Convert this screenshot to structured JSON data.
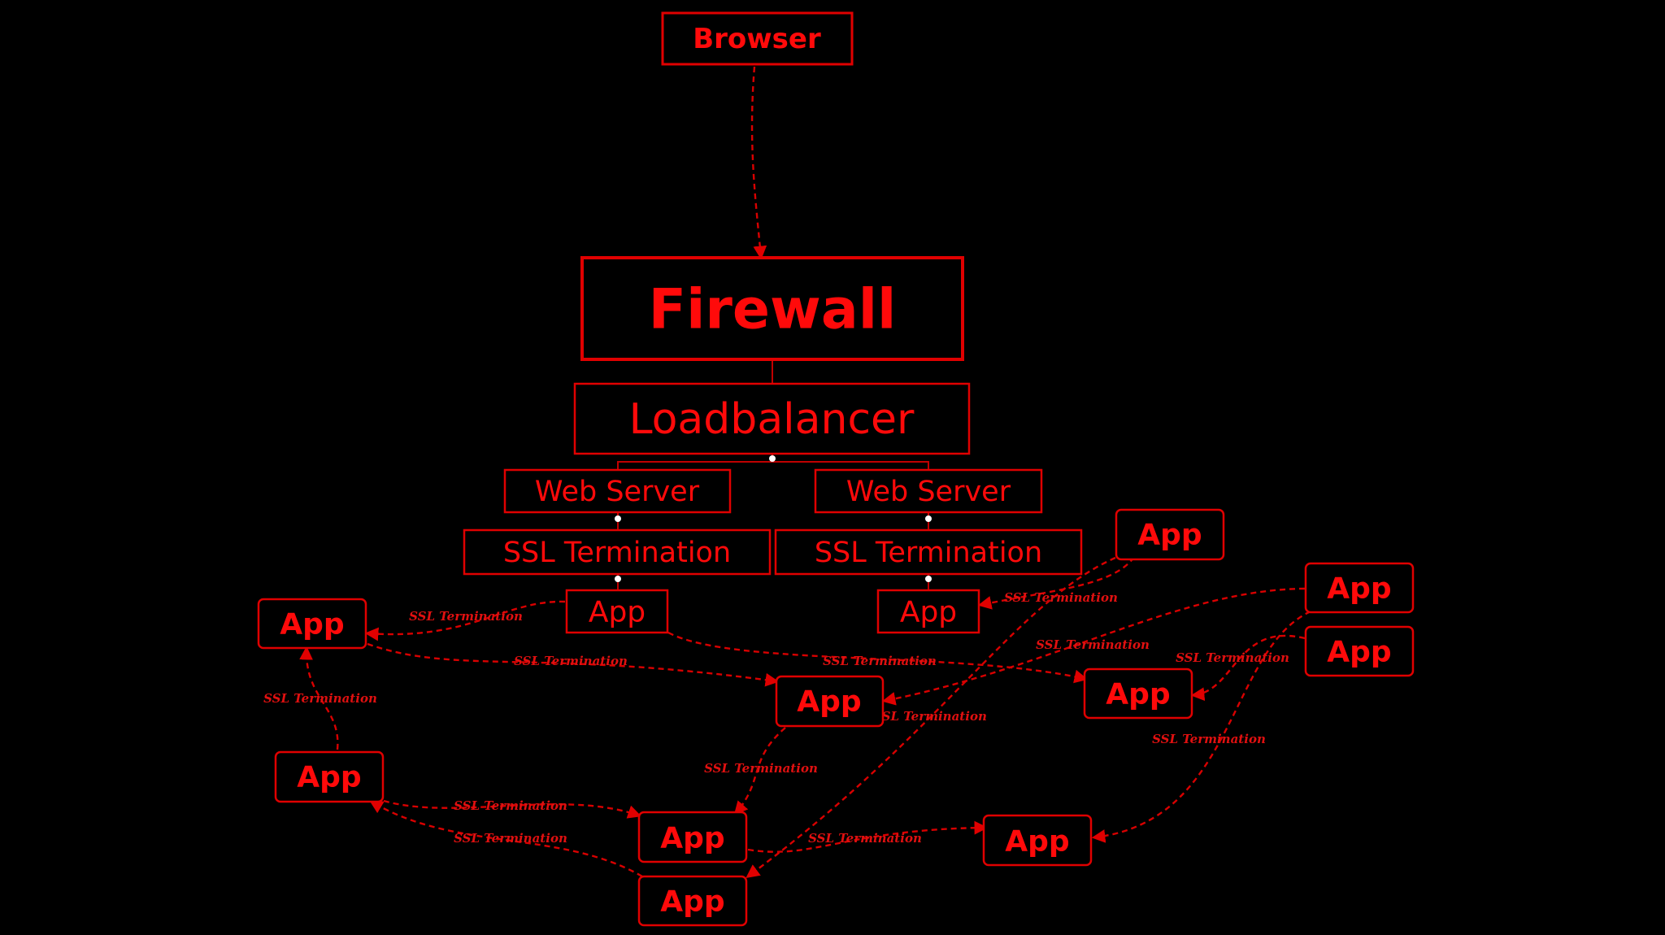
{
  "diagram": {
    "nodes": {
      "browser": "Browser",
      "firewall": "Firewall",
      "loadbalancer": "Loadbalancer",
      "web_server_left": "Web Server",
      "web_server_right": "Web Server",
      "ssl_left": "SSL Termination",
      "ssl_right": "SSL Termination",
      "app_center_left": "App",
      "app_center_right": "App",
      "app_left_upper": "App",
      "app_left_lower": "App",
      "app_middle": "App",
      "app_bottom_a": "App",
      "app_bottom_b": "App",
      "app_right_mid": "App",
      "app_top_right": "App",
      "app_far_right_upper": "App",
      "app_far_right_lower": "App",
      "app_bottom_right": "App"
    },
    "edge_label": "SSL Termination",
    "colors": {
      "accent": "#e00000",
      "background": "#000000",
      "connector_dot": "#ffffff"
    }
  }
}
